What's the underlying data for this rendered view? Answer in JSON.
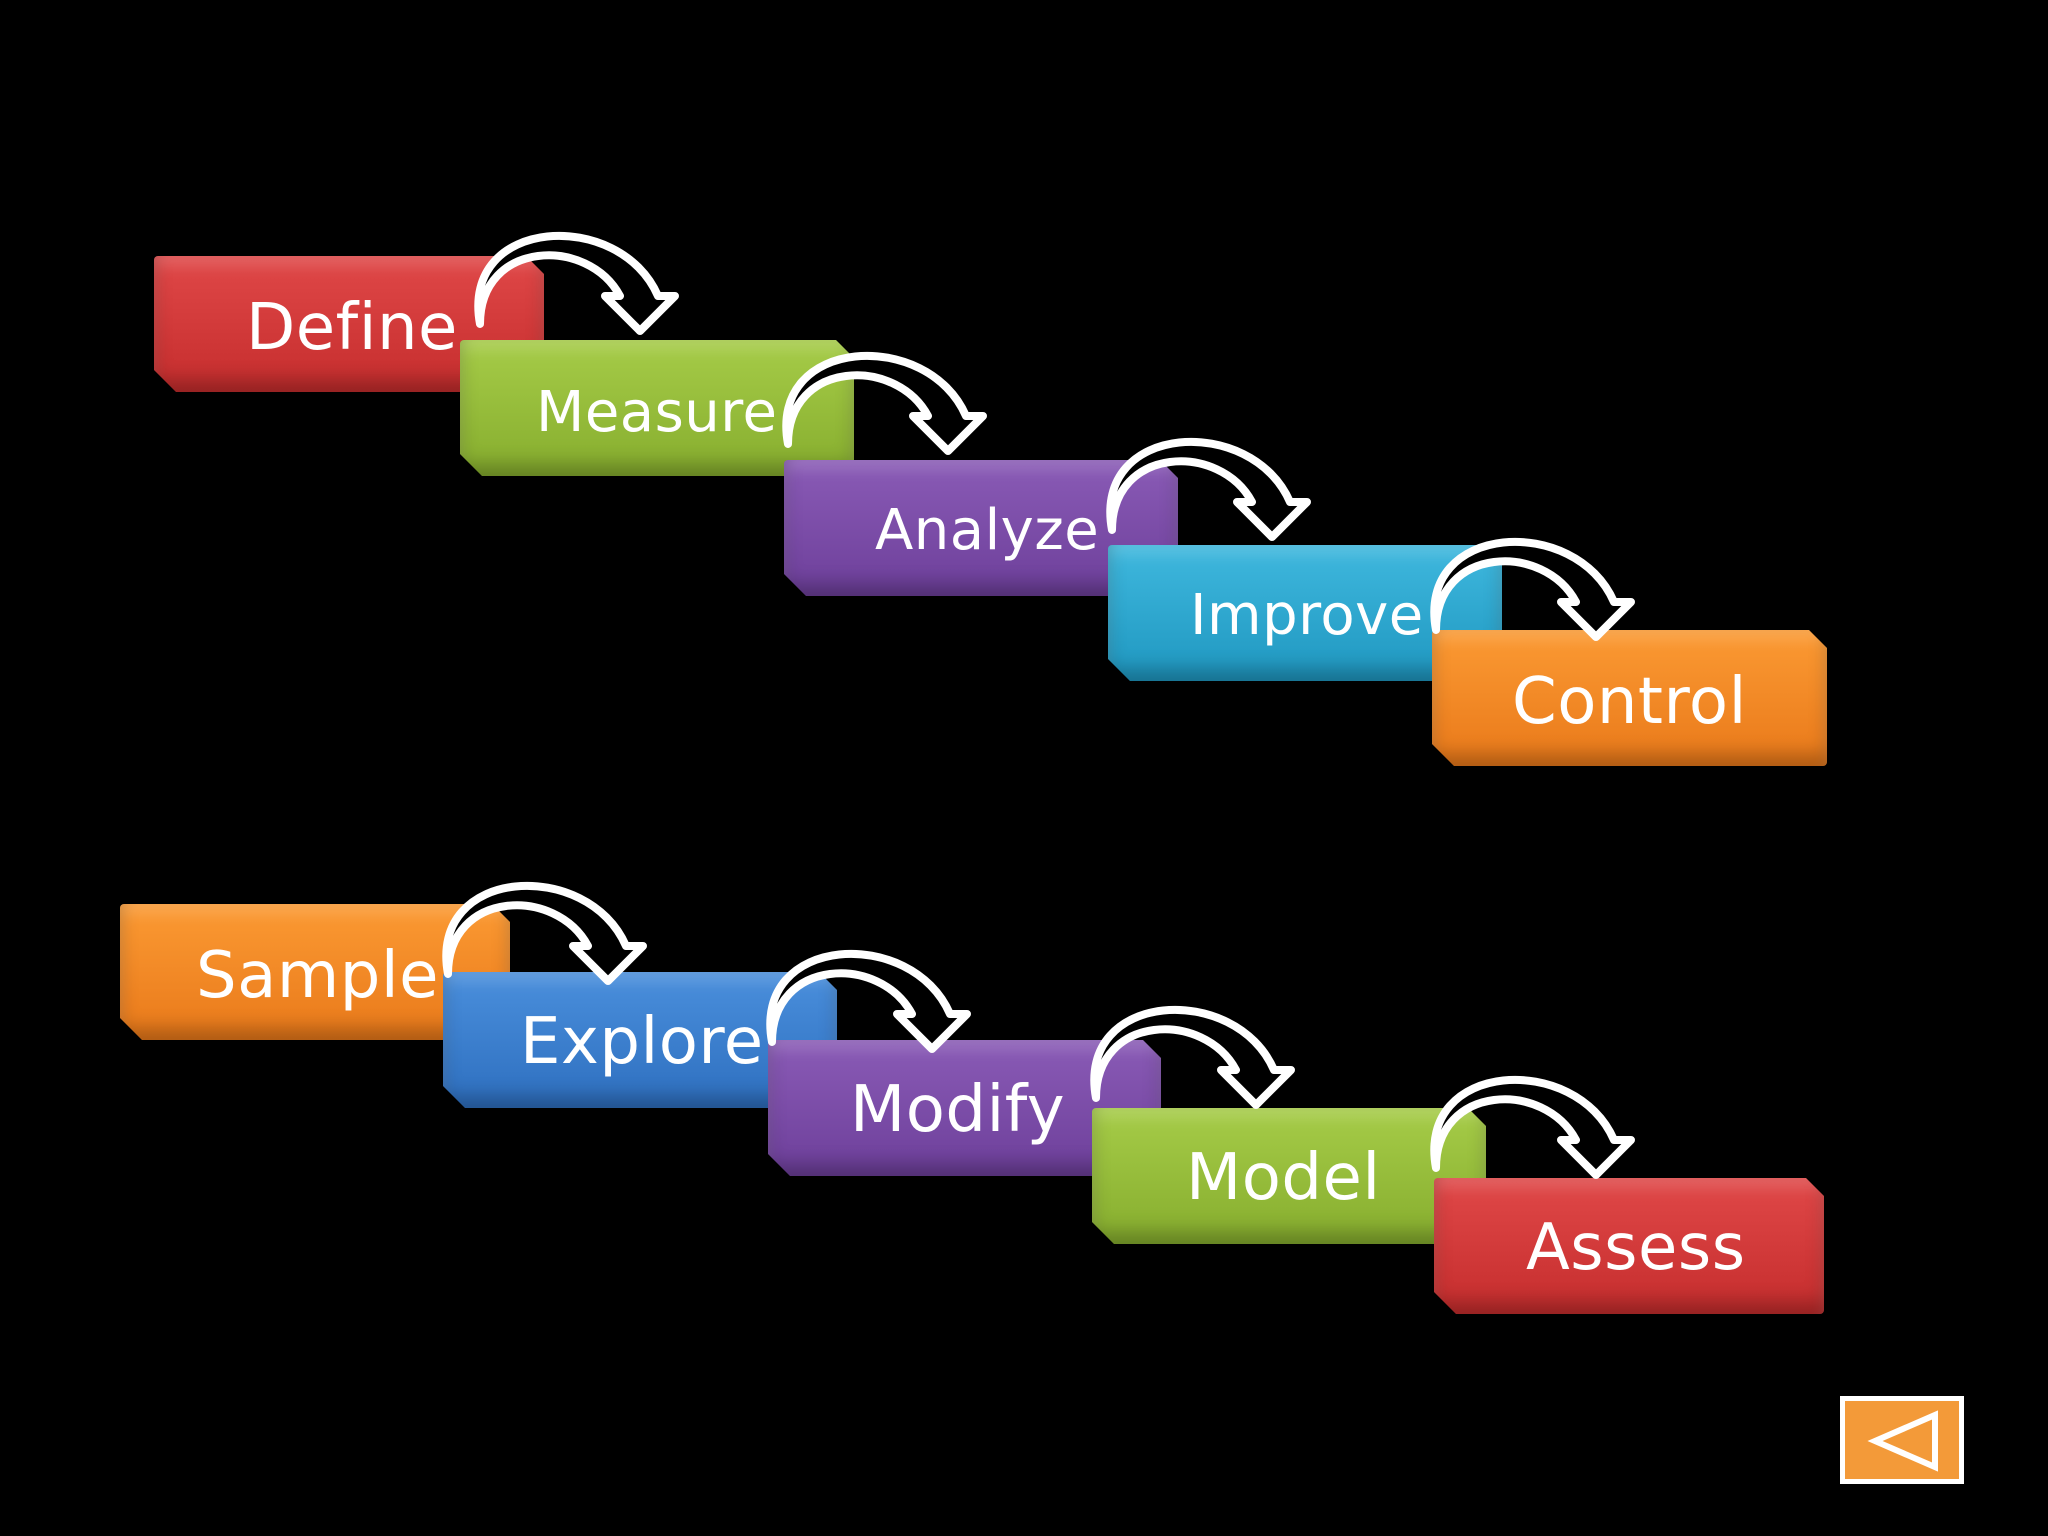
{
  "dmaic": {
    "steps": [
      "Define",
      "Measure",
      "Analyze",
      "Improve",
      "Control"
    ]
  },
  "semma": {
    "steps": [
      "Sample",
      "Explore",
      "Modify",
      "Model",
      "Assess"
    ]
  },
  "colors": {
    "red": "#d63b3b",
    "green": "#98bf3c",
    "purple": "#7b4ca8",
    "cyan": "#2fa9d2",
    "orange": "#f38a26",
    "blue": "#3b80cf",
    "arrow_fill": "#000000",
    "arrow_outline": "#ffffff",
    "background": "#000000"
  },
  "nav": {
    "back_icon": "back-triangle-icon"
  }
}
